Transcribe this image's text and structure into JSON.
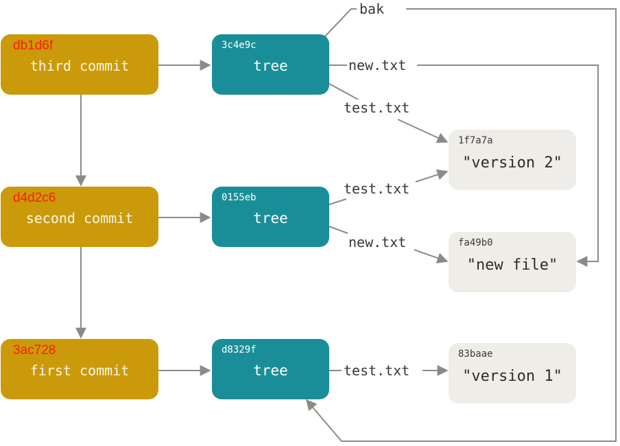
{
  "commits": [
    {
      "hash": "db1d6f",
      "message": "third commit"
    },
    {
      "hash": "d4d2c6",
      "message": "second commit"
    },
    {
      "hash": "3ac728",
      "message": "first commit"
    }
  ],
  "trees": [
    {
      "hash": "3c4e9c",
      "label": "tree"
    },
    {
      "hash": "0155eb",
      "label": "tree"
    },
    {
      "hash": "d8329f",
      "label": "tree"
    }
  ],
  "blobs": [
    {
      "hash": "1f7a7a",
      "content": "\"version 2\""
    },
    {
      "hash": "fa49b0",
      "content": "\"new file\""
    },
    {
      "hash": "83baae",
      "content": "\"version 1\""
    }
  ],
  "edges": {
    "bak": "bak",
    "t1_new": "new.txt",
    "t1_test": "test.txt",
    "t2_test": "test.txt",
    "t2_new": "new.txt",
    "t3_test": "test.txt"
  },
  "colors": {
    "commit": "#cb9a0b",
    "tree": "#1a8e98",
    "blob": "#efede7",
    "commit_hash": "#ff1a00",
    "arrow": "#8d8a86"
  }
}
